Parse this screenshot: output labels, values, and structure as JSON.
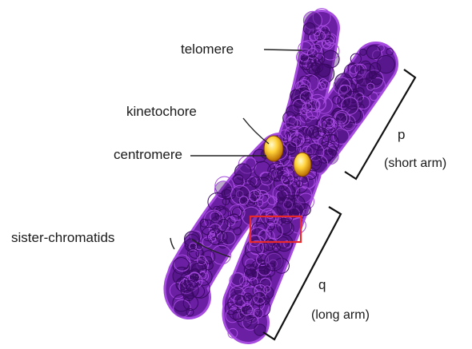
{
  "labels": {
    "telomere": "telomere",
    "kinetochore": "kinetochore",
    "centromere": "centromere",
    "sister_chromatids": "sister-chromatids",
    "p_arm_letter": "p",
    "p_arm_desc": "(short arm)",
    "q_arm_letter": "q",
    "q_arm_desc": "(long arm)"
  },
  "colors": {
    "chromatid_fill": "#6b1fa3",
    "chromatid_ring": "#a64be0",
    "chromatid_dark": "#3a0a63",
    "kinetochore_outer": "#e0a000",
    "kinetochore_inner": "#fff3a0",
    "highlight_box": "#e8282b",
    "line": "#222222"
  }
}
